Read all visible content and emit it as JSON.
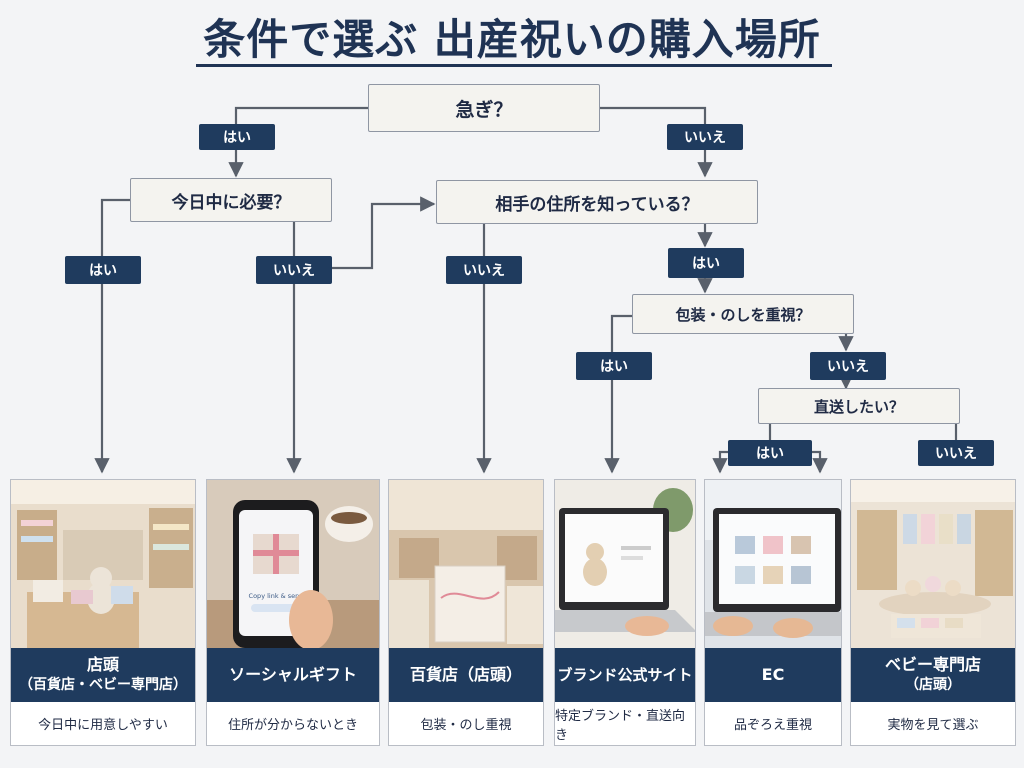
{
  "title": "条件で選ぶ 出産祝いの購入場所",
  "questions": {
    "q1": "急ぎ？",
    "q2": "今日中に必要？",
    "q3": "相手の住所を知っている？",
    "q4": "包装・のしを重視？",
    "q5": "直送したい？"
  },
  "labels": {
    "yes": "はい",
    "no": "いいえ"
  },
  "phone_screen_text": "Copy link & send",
  "results": [
    {
      "name_line1": "店頭",
      "name_line2": "（百貨店・ベビー専門店）",
      "note": "今日中に用意しやすい"
    },
    {
      "name_line1": "ソーシャルギフト",
      "name_line2": "",
      "note": "住所が分からないとき"
    },
    {
      "name_line1": "百貨店（店頭）",
      "name_line2": "",
      "note": "包装・のし重視"
    },
    {
      "name_line1": "ブランド公式サイト",
      "name_line2": "",
      "note": "特定ブランド・直送向き"
    },
    {
      "name_line1": "EC",
      "name_line2": "",
      "note": "品ぞろえ重視"
    },
    {
      "name_line1": "ベビー専門店",
      "name_line2": "（店頭）",
      "note": "実物を見て選ぶ"
    }
  ],
  "colors": {
    "navy": "#1f3b5e",
    "line": "#59606b",
    "node_bg": "#f4f3ef"
  }
}
